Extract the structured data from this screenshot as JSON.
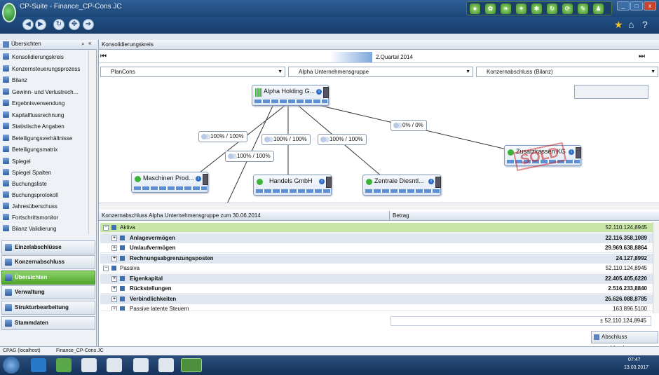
{
  "window": {
    "title": "CP-Suite - Finance_CP-Cons JC"
  },
  "sidebar": {
    "header": "Übersichten",
    "items": [
      {
        "label": "Konsolidierungskreis"
      },
      {
        "label": "Konzernsteuerungsprozess"
      },
      {
        "label": "Bilanz"
      },
      {
        "label": "Gewinn- und Verlustrech..."
      },
      {
        "label": "Ergebnisverwendung"
      },
      {
        "label": "Kapitalflussrechnung"
      },
      {
        "label": "Statistische Angaben"
      },
      {
        "label": "Beteiligungsverhältnisse"
      },
      {
        "label": "Beteiligungsmatrix"
      },
      {
        "label": "Spiegel"
      },
      {
        "label": "Spiegel Spalten"
      },
      {
        "label": "Buchungsliste"
      },
      {
        "label": "Buchungsprotokoll"
      },
      {
        "label": "Jahresüberschuss"
      },
      {
        "label": "Fortschrittsmonitor"
      },
      {
        "label": "Bilanz Validierung"
      }
    ],
    "nav": [
      {
        "label": "Einzelabschlüsse"
      },
      {
        "label": "Konzernabschluss"
      },
      {
        "label": "Übersichten",
        "active": true
      },
      {
        "label": "Verwaltung"
      },
      {
        "label": "Strukturbearbeitung"
      },
      {
        "label": "Stammdaten"
      }
    ]
  },
  "main": {
    "panel_title": "Konsolidierungskreis",
    "period": "2.Quartal 2014",
    "combos": {
      "plan": "PlanCons",
      "group": "Alpha Unternehmensgruppe",
      "report": "Konzernabschluss (Bilanz)"
    },
    "nodes": {
      "parent": "Alpha Holding G...",
      "n1": "Maschinen Prod...",
      "n2": "Handels GmbH",
      "n3": "Zentrale Diesntl...",
      "n4": "Zusatzkassen KG",
      "sold_stamp": "SOLD"
    },
    "edges": {
      "e1": "100% / 100%",
      "e2": "100% / 100%",
      "e3": "100% / 100%",
      "e4": "100% / 100%",
      "e5": "0% / 0%"
    },
    "table": {
      "title": "Konzernabschluss Alpha Unternehmensgruppe zum 30.06.2014",
      "col_amount": "Betrag",
      "rows": [
        {
          "label": "Aktiva",
          "amount": "52.110.124,8945"
        },
        {
          "label": "Anlagevermögen",
          "amount": "22.116.358,1089"
        },
        {
          "label": "Umlaufvermögen",
          "amount": "29.969.638,8864"
        },
        {
          "label": "Rechnungsabgrenzungsposten",
          "amount": "24.127,8992"
        },
        {
          "label": "Passiva",
          "amount": "52.110.124,8945"
        },
        {
          "label": "Eigenkapital",
          "amount": "22.405.405,6220"
        },
        {
          "label": "Rückstellungen",
          "amount": "2.516.233,8840"
        },
        {
          "label": "Verbindlichkeiten",
          "amount": "26.626.088,8785"
        },
        {
          "label": "Passive latente Steuern",
          "amount": "163.896,5100"
        }
      ],
      "total": "± 52.110.124,8945",
      "button": "Abschluss ausblenden"
    }
  },
  "statusbar": {
    "left": "CPAG (localhost)",
    "right": "Finance_CP-Cons JC"
  },
  "taskbar": {
    "time": "07:47",
    "date": "13.03.2017"
  }
}
